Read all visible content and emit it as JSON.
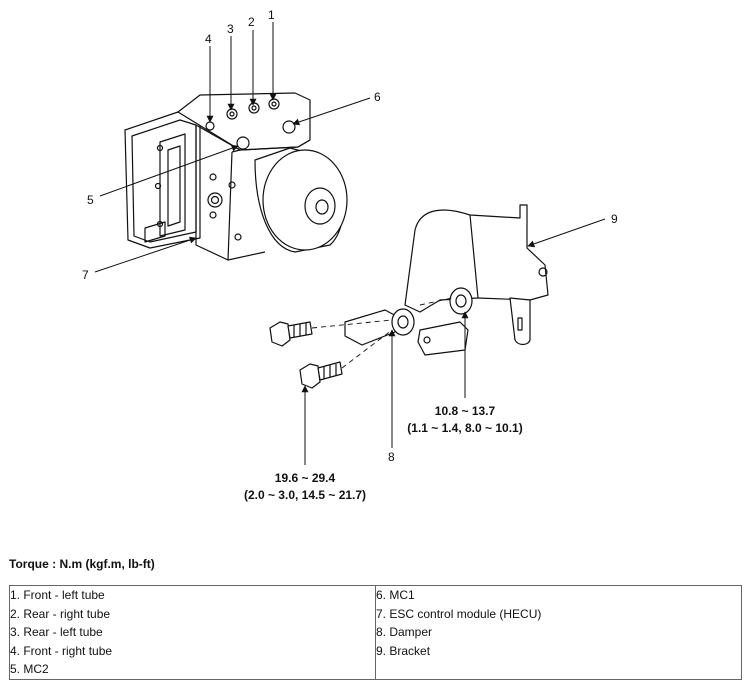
{
  "callouts": [
    "1",
    "2",
    "3",
    "4",
    "5",
    "6",
    "7",
    "8",
    "9"
  ],
  "torques": {
    "bracket_bolt": {
      "line1": "10.8 ~ 13.7",
      "line2": "(1.1 ~ 1.4, 8.0 ~ 10.1)"
    },
    "mount_bolt": {
      "line1": "19.6 ~ 29.4",
      "line2": "(2.0 ~ 3.0, 14.5 ~ 21.7)"
    }
  },
  "torque_heading": "Torque : N.m (kgf.m, lb-ft)",
  "legend": {
    "left": [
      "1. Front - left tube",
      "2. Rear - right tube",
      "3. Rear - left tube",
      "4. Front - right tube",
      "5. MC2"
    ],
    "right": [
      "6. MC1",
      "7. ESC control module (HECU)",
      "8. Damper",
      "9. Bracket"
    ]
  }
}
